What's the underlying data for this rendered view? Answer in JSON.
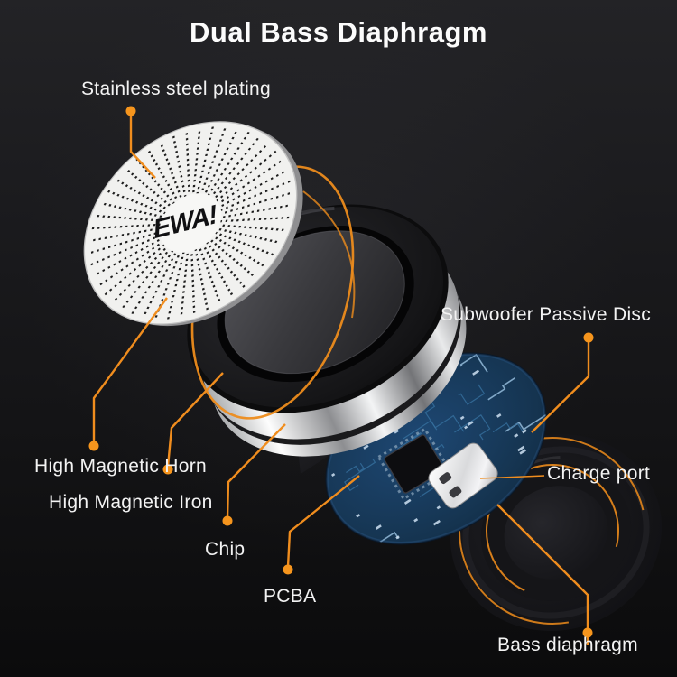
{
  "title": "Dual Bass Diaphragm",
  "brand_logo": "EWA!",
  "accent_color": "#F08C1E",
  "background_color": "#161618",
  "labels": {
    "stainless_steel_plating": "Stainless steel plating",
    "subwoofer_passive_disc": "Subwoofer Passive Disc",
    "high_magnetic_horn": "High Magnetic Horn",
    "high_magnetic_iron": "High Magnetic Iron",
    "chip": "Chip",
    "pcba": "PCBA",
    "charge_port": "Charge port",
    "bass_diaphragm": "Bass diaphragm"
  }
}
